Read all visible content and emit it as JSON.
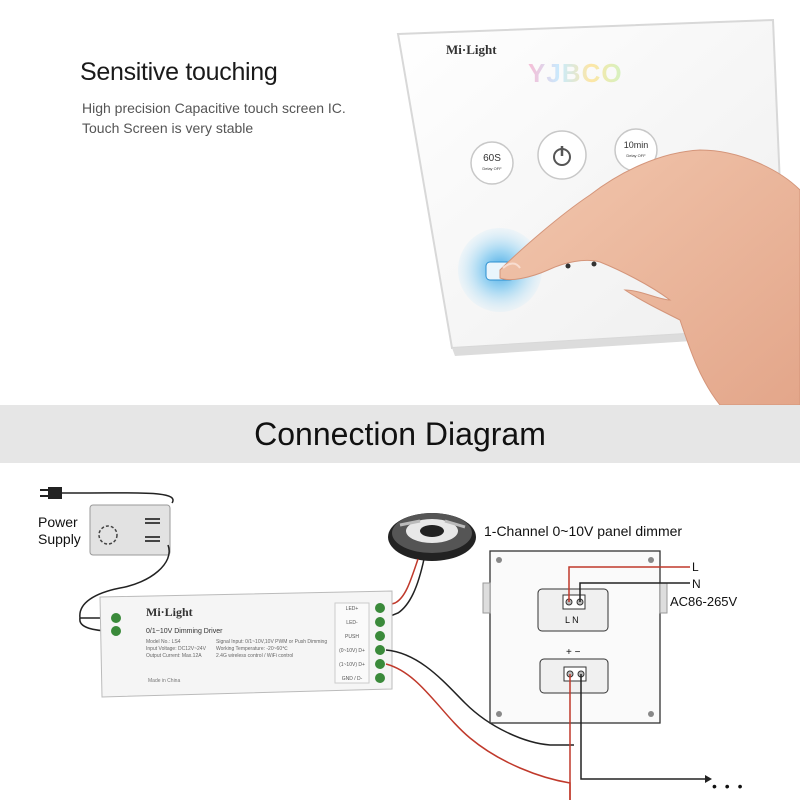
{
  "header": {
    "title": "Sensitive touching",
    "desc_line1": "High precision Capacitive touch screen IC.",
    "desc_line2": "Touch Screen is very stable"
  },
  "panel_image": {
    "brand": "Mi·Light",
    "watermark": "YJBCO",
    "btn_left_main": "60S",
    "btn_left_sub": "Delay OFF",
    "btn_right_main": "10min",
    "btn_right_sub": "Delay OFF"
  },
  "section": {
    "title": "Connection Diagram"
  },
  "diagram": {
    "power_supply_label_1": "Power",
    "power_supply_label_2": "Supply",
    "panel_dimmer_title": "1-Channel 0~10V panel dimmer",
    "line_L": "L",
    "line_N": "N",
    "ac_range": "AC86-265V",
    "terminal_ln": "L  N",
    "terminal_pm": "+ −",
    "continuation": "• • •",
    "driver": {
      "brand": "Mi·Light",
      "name": "0/1~10V Dimming Driver",
      "spec_left_1": "Model No.: LS4",
      "spec_left_2": "Input Voltage: DC12V~24V",
      "spec_left_3": "Output Current: Max.12A",
      "spec_right_1": "Signal Input: 0/1~10V,10V PWM or Push Dimming",
      "spec_right_2": "Working Temperature: -20~60℃",
      "spec_right_3": "2.4G wireless control / WiFi control",
      "made_in": "Made in China",
      "terminals": [
        "LED+",
        "LED-",
        "PUSH",
        "(0~10V) D+",
        "(1~10V) D+",
        "GND / D-"
      ]
    }
  }
}
